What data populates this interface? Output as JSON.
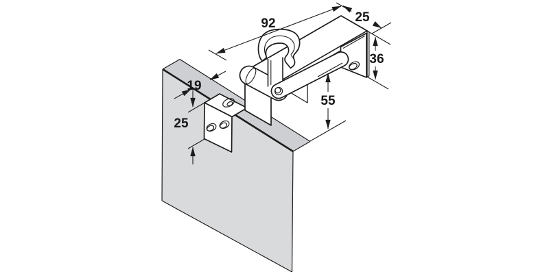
{
  "drawing": {
    "type": "isometric-technical-drawing",
    "subject": "panel edge bracket and rail clamp fitting",
    "dimensions": {
      "rail_length": {
        "label": "92"
      },
      "rail_depth": {
        "label": "25"
      },
      "flange_height": {
        "label": "36"
      },
      "drop_distance": {
        "label": "55"
      },
      "panel_thickness": {
        "label": "19"
      },
      "bracket_height": {
        "label": "25"
      }
    },
    "colors": {
      "line": "#1c1c1c",
      "panel_face": "#d9dadc",
      "panel_edge_strip": "#cdcfd2",
      "part_fill": "#ffffff",
      "background": "#ffffff"
    }
  }
}
